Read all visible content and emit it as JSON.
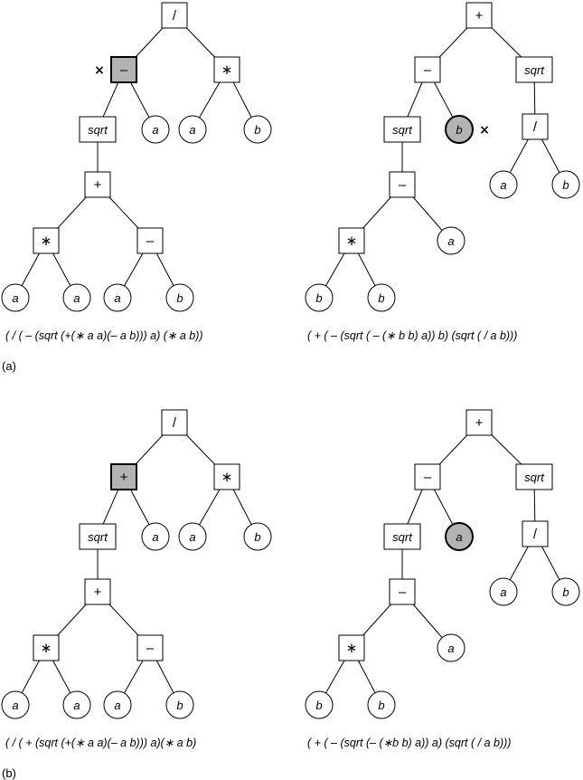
{
  "panel_a_label": "(a)",
  "panel_b_label": "(b)",
  "crossover_marker": "×",
  "expressions": {
    "a_left": "( / ( – (sqrt (+(∗ a a)(– a b))) a) (∗ a b))",
    "a_right": "( + ( – (sqrt ( – (∗ b b) a)) b) (sqrt ( / a b)))",
    "b_left": "( / ( + (sqrt (+(∗ a a)(– a b))) a)(∗ a b)",
    "b_right": "( + ( – (sqrt (– (∗b b) a)) a) (sqrt ( / a b)))"
  },
  "trees": [
    {
      "id": "a-left",
      "nodes": [
        {
          "id": "div",
          "label": "/",
          "kind": "op"
        },
        {
          "id": "minus",
          "label": "–",
          "kind": "op",
          "highlight": true
        },
        {
          "id": "mul",
          "label": "∗",
          "kind": "op"
        },
        {
          "id": "sqrt",
          "label": "sqrt",
          "kind": "op",
          "italic": true
        },
        {
          "id": "a1",
          "label": "a",
          "kind": "leaf"
        },
        {
          "id": "a2",
          "label": "a",
          "kind": "leaf"
        },
        {
          "id": "b1",
          "label": "b",
          "kind": "leaf"
        },
        {
          "id": "plus",
          "label": "+",
          "kind": "op"
        },
        {
          "id": "mul2",
          "label": "∗",
          "kind": "op"
        },
        {
          "id": "minus2",
          "label": "–",
          "kind": "op"
        },
        {
          "id": "a3",
          "label": "a",
          "kind": "leaf"
        },
        {
          "id": "a4",
          "label": "a",
          "kind": "leaf"
        },
        {
          "id": "a5",
          "label": "a",
          "kind": "leaf"
        },
        {
          "id": "b2",
          "label": "b",
          "kind": "leaf"
        }
      ],
      "edges": [
        [
          "div",
          "minus"
        ],
        [
          "div",
          "mul"
        ],
        [
          "minus",
          "sqrt"
        ],
        [
          "minus",
          "a1"
        ],
        [
          "mul",
          "a2"
        ],
        [
          "mul",
          "b1"
        ],
        [
          "sqrt",
          "plus"
        ],
        [
          "plus",
          "mul2"
        ],
        [
          "plus",
          "minus2"
        ],
        [
          "mul2",
          "a3"
        ],
        [
          "mul2",
          "a4"
        ],
        [
          "minus2",
          "a5"
        ],
        [
          "minus2",
          "b2"
        ]
      ],
      "cross_at": "minus"
    },
    {
      "id": "a-right",
      "nodes": [
        {
          "id": "plus",
          "label": "+",
          "kind": "op"
        },
        {
          "id": "minus",
          "label": "–",
          "kind": "op"
        },
        {
          "id": "sqrt2",
          "label": "sqrt",
          "kind": "op",
          "italic": true
        },
        {
          "id": "sqrt",
          "label": "sqrt",
          "kind": "op",
          "italic": true
        },
        {
          "id": "b1",
          "label": "b",
          "kind": "leaf",
          "highlight": true
        },
        {
          "id": "div",
          "label": "/",
          "kind": "op"
        },
        {
          "id": "minus2",
          "label": "–",
          "kind": "op"
        },
        {
          "id": "a1",
          "label": "a",
          "kind": "leaf"
        },
        {
          "id": "b2",
          "label": "b",
          "kind": "leaf"
        },
        {
          "id": "mul",
          "label": "∗",
          "kind": "op"
        },
        {
          "id": "a2",
          "label": "a",
          "kind": "leaf"
        },
        {
          "id": "b3",
          "label": "b",
          "kind": "leaf"
        },
        {
          "id": "b4",
          "label": "b",
          "kind": "leaf"
        }
      ],
      "edges": [
        [
          "plus",
          "minus"
        ],
        [
          "plus",
          "sqrt2"
        ],
        [
          "minus",
          "sqrt"
        ],
        [
          "minus",
          "b1"
        ],
        [
          "sqrt2",
          "div"
        ],
        [
          "div",
          "a1"
        ],
        [
          "div",
          "b2"
        ],
        [
          "sqrt",
          "minus2"
        ],
        [
          "minus2",
          "mul"
        ],
        [
          "minus2",
          "a2"
        ],
        [
          "mul",
          "b3"
        ],
        [
          "mul",
          "b4"
        ]
      ],
      "cross_at": "b1"
    },
    {
      "id": "b-left",
      "nodes": [
        {
          "id": "div",
          "label": "/",
          "kind": "op"
        },
        {
          "id": "plus0",
          "label": "+",
          "kind": "op",
          "highlight": true
        },
        {
          "id": "mul",
          "label": "∗",
          "kind": "op"
        },
        {
          "id": "sqrt",
          "label": "sqrt",
          "kind": "op",
          "italic": true
        },
        {
          "id": "a1",
          "label": "a",
          "kind": "leaf"
        },
        {
          "id": "a2",
          "label": "a",
          "kind": "leaf"
        },
        {
          "id": "b1",
          "label": "b",
          "kind": "leaf"
        },
        {
          "id": "plus",
          "label": "+",
          "kind": "op"
        },
        {
          "id": "mul2",
          "label": "∗",
          "kind": "op"
        },
        {
          "id": "minus2",
          "label": "–",
          "kind": "op"
        },
        {
          "id": "a3",
          "label": "a",
          "kind": "leaf"
        },
        {
          "id": "a4",
          "label": "a",
          "kind": "leaf"
        },
        {
          "id": "a5",
          "label": "a",
          "kind": "leaf"
        },
        {
          "id": "b2",
          "label": "b",
          "kind": "leaf"
        }
      ],
      "edges": [
        [
          "div",
          "plus0"
        ],
        [
          "div",
          "mul"
        ],
        [
          "plus0",
          "sqrt"
        ],
        [
          "plus0",
          "a1"
        ],
        [
          "mul",
          "a2"
        ],
        [
          "mul",
          "b1"
        ],
        [
          "sqrt",
          "plus"
        ],
        [
          "plus",
          "mul2"
        ],
        [
          "plus",
          "minus2"
        ],
        [
          "mul2",
          "a3"
        ],
        [
          "mul2",
          "a4"
        ],
        [
          "minus2",
          "a5"
        ],
        [
          "minus2",
          "b2"
        ]
      ]
    },
    {
      "id": "b-right",
      "nodes": [
        {
          "id": "plus",
          "label": "+",
          "kind": "op"
        },
        {
          "id": "minus",
          "label": "–",
          "kind": "op"
        },
        {
          "id": "sqrt2",
          "label": "sqrt",
          "kind": "op",
          "italic": true
        },
        {
          "id": "sqrt",
          "label": "sqrt",
          "kind": "op",
          "italic": true
        },
        {
          "id": "a0",
          "label": "a",
          "kind": "leaf",
          "highlight": true
        },
        {
          "id": "div",
          "label": "/",
          "kind": "op"
        },
        {
          "id": "minus2",
          "label": "–",
          "kind": "op"
        },
        {
          "id": "a1",
          "label": "a",
          "kind": "leaf"
        },
        {
          "id": "b2",
          "label": "b",
          "kind": "leaf"
        },
        {
          "id": "mul",
          "label": "∗",
          "kind": "op"
        },
        {
          "id": "a2",
          "label": "a",
          "kind": "leaf"
        },
        {
          "id": "b3",
          "label": "b",
          "kind": "leaf"
        },
        {
          "id": "b4",
          "label": "b",
          "kind": "leaf"
        }
      ],
      "edges": [
        [
          "plus",
          "minus"
        ],
        [
          "plus",
          "sqrt2"
        ],
        [
          "minus",
          "sqrt"
        ],
        [
          "minus",
          "a0"
        ],
        [
          "sqrt2",
          "div"
        ],
        [
          "div",
          "a1"
        ],
        [
          "div",
          "b2"
        ],
        [
          "sqrt",
          "minus2"
        ],
        [
          "minus2",
          "mul"
        ],
        [
          "minus2",
          "a2"
        ],
        [
          "mul",
          "b3"
        ],
        [
          "mul",
          "b4"
        ]
      ]
    }
  ]
}
